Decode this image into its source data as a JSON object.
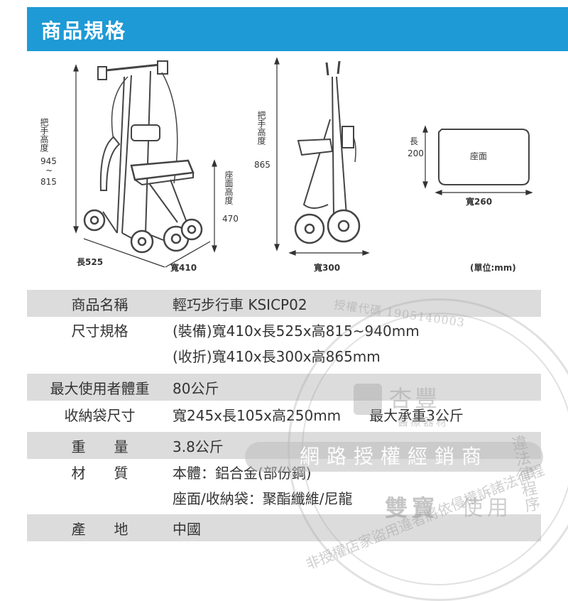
{
  "header": {
    "title": "商品規格"
  },
  "diagram": {
    "side": {
      "handle_height_label": "把手高度",
      "handle_height_max": "945",
      "handle_height_sep": "~",
      "handle_height_min": "815",
      "seat_height_label": "座面高度",
      "seat_height_value": "470",
      "length_label": "長525",
      "width_label": "寬410"
    },
    "folded": {
      "handle_height_label": "把手高度",
      "handle_height_value": "865",
      "width_label": "寬300"
    },
    "seat": {
      "length_label": "長",
      "length_value": "200",
      "seat_label": "座面",
      "width_label": "寬260"
    },
    "unit": "(單位:mm)"
  },
  "specs": [
    {
      "label": "商品名稱",
      "values": [
        "輕巧步行車  KSICP02"
      ],
      "shaded": true
    },
    {
      "label": "尺寸規格",
      "values": [
        "(裝備)寬410x長525x高815~940mm",
        "(收折)寬410x長300x高865mm"
      ],
      "shaded": false
    },
    {
      "label": "最大使用者體重",
      "values": [
        "80公斤"
      ],
      "shaded": true
    },
    {
      "label": "收納袋尺寸",
      "values": [
        "寬245x長105x高250mm　　最大承重3公斤"
      ],
      "shaded": false
    },
    {
      "label": "重　　量",
      "values": [
        "3.8公斤"
      ],
      "shaded": true
    },
    {
      "label": "材　　質",
      "values": [
        "本體：鋁合金(部份鋼)",
        "座面/收納袋：聚酯纖維/尼龍"
      ],
      "shaded": false
    },
    {
      "label": "產　　地",
      "values": [
        "中國"
      ],
      "shaded": true
    }
  ],
  "watermark": {
    "code": "授權代碼 1905140003",
    "brand": "杏豐",
    "brand_sub": "醫療器材",
    "band": "網路授權經銷商",
    "shop": "雙寶",
    "use": "使用",
    "arc_right": "違法律程序",
    "arc_bottom": "非授權店家盜用違者將依侵權訴諸法律程序"
  }
}
